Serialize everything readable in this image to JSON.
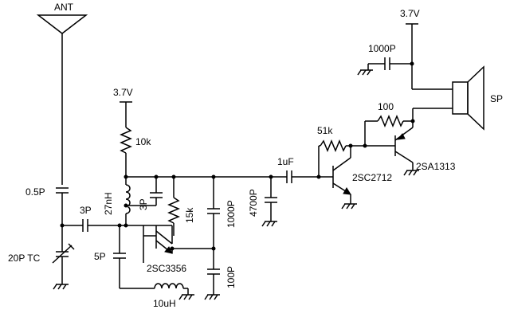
{
  "labels": {
    "antenna": "ANT",
    "vcc_left": "3.7V",
    "vcc_right": "3.7V",
    "r_10k": "10k",
    "r_15k": "15k",
    "r_51k": "51k",
    "r_100": "100",
    "c_0_5p": "0.5P",
    "c_3p_coupling": "3P",
    "c_3p_tank": "3P",
    "c_5p": "5P",
    "c_20p_tc": "20P TC",
    "c_1000p_mid": "1000P",
    "c_4700p": "4700P",
    "c_100p": "100P",
    "c_1uf": "1uF",
    "c_1000p_top": "1000P",
    "l_27nh": "27nH",
    "l_10uh": "10uH",
    "q1": "2SC3356",
    "q2": "2SC2712",
    "q3": "2SA1313",
    "speaker": "SP"
  }
}
